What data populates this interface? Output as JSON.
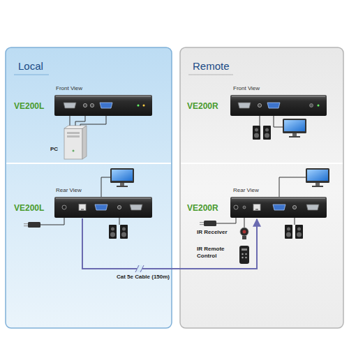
{
  "diagram": {
    "nodes": [
      {
        "text": [
          "Local"
        ]
      },
      {
        "text": [
          "Front View",
          "VE200L"
        ],
        "in": 0
      },
      {
        "text": [
          "Rear View",
          "VE200L"
        ],
        "in": 0
      },
      {
        "text": [
          "Remote"
        ]
      },
      {
        "text": [
          "Front View",
          "VE200R"
        ],
        "in": 3
      },
      {
        "text": [
          "Rear View",
          "VE200R"
        ],
        "in": 3
      }
    ],
    "edges": [
      {
        "from": 2,
        "to": 5,
        "label": "Cat 5e Cable (150m)",
        "arrow": "to"
      }
    ],
    "labels": [
      "PC",
      "IR Receiver",
      "IR Remote Control"
    ]
  }
}
